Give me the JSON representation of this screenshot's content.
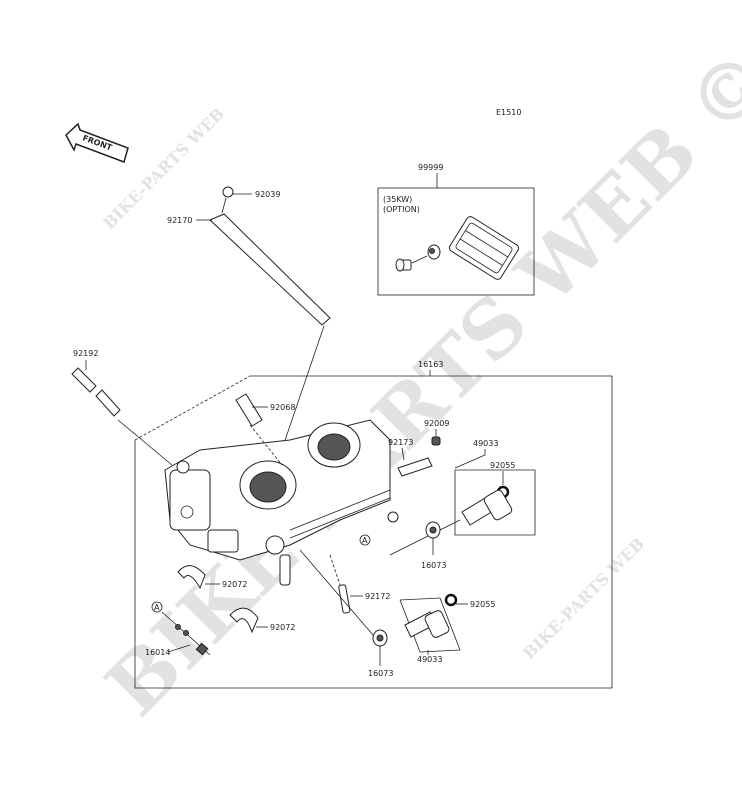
{
  "diagram": {
    "code": "E1510",
    "front_label": "FRONT",
    "watermarks": [
      "BIKE-PARTS WEB",
      "BIKE-PARTS WEB ©",
      "BIKE-PARTS WEB"
    ],
    "option_box": {
      "part": "99999",
      "note_line1": "(35KW)",
      "note_line2": "(OPTION)"
    },
    "main_assembly": "16163",
    "callouts": {
      "p92039": "92039",
      "p92170": "92170",
      "p92192": "92192",
      "p92068": "92068",
      "p92009": "92009",
      "p92173": "92173",
      "p49033_top": "49033",
      "p92055_top": "92055",
      "p16073_top": "16073",
      "p92072_top": "92072",
      "p92172": "92172",
      "p92055_bottom": "92055",
      "p92072_bottom": "92072",
      "p16014": "16014",
      "p49033_bottom": "49033",
      "p16073_bottom": "16073",
      "ref_a": "A"
    }
  }
}
